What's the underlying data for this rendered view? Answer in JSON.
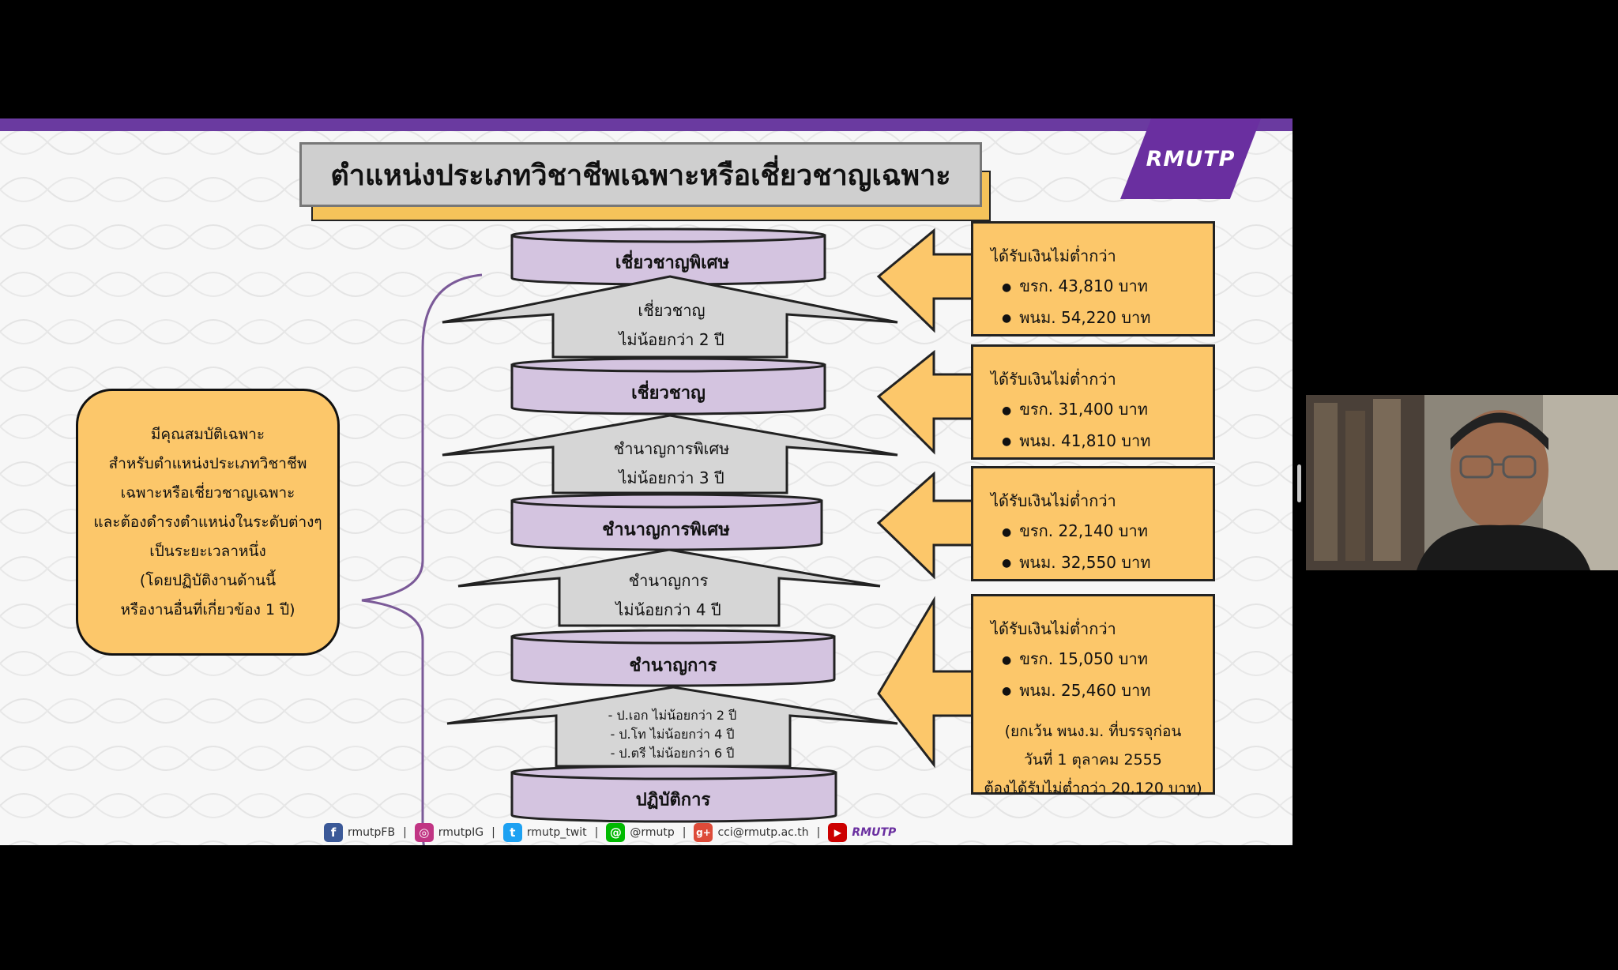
{
  "slide": {
    "title": "ตำแหน่งประเภทวิชาชีพเฉพาะหรือเชี่ยวชาญเฉพาะ",
    "logo": "RMUTP",
    "accent_color": "#6a3aa0",
    "box_color": "#fcc76a",
    "tier_color": "#d4c4e0",
    "arrow_color": "#d6d6d6"
  },
  "tiers": [
    {
      "label": "เชี่ยวชาญพิเศษ"
    },
    {
      "label": "เชี่ยวชาญ"
    },
    {
      "label": "ชำนาญการพิเศษ"
    },
    {
      "label": "ชำนาญการ"
    },
    {
      "label": "ปฏิบัติการ"
    }
  ],
  "arrows": [
    {
      "lines": [
        "เชี่ยวชาญ",
        "ไม่น้อยกว่า 2 ปี"
      ]
    },
    {
      "lines": [
        "ชำนาญการพิเศษ",
        "ไม่น้อยกว่า 3 ปี"
      ]
    },
    {
      "lines": [
        "ชำนาญการ",
        "ไม่น้อยกว่า 4 ปี"
      ]
    },
    {
      "lines": [
        "- ป.เอก ไม่น้อยกว่า 2 ปี",
        "- ป.โท ไม่น้อยกว่า 4 ปี",
        "- ป.ตรี ไม่น้อยกว่า 6 ปี"
      ]
    }
  ],
  "qualification": {
    "lines": [
      "มีคุณสมบัติเฉพาะ",
      "สำหรับตำแหน่งประเภทวิชาชีพ",
      "เฉพาะหรือเชี่ยวชาญเฉพาะ",
      "และต้องดำรงตำแหน่งในระดับต่างๆ",
      "เป็นระยะเวลาหนึ่ง",
      "(โดยปฏิบัติงานด้านนี้",
      "หรืองานอื่นที่เกี่ยวข้อง 1 ปี)"
    ]
  },
  "salaries": [
    {
      "title": "ได้รับเงินไม่ต่ำกว่า",
      "items": [
        "ขรก. 43,810 บาท",
        "พนม. 54,220 บาท"
      ]
    },
    {
      "title": "ได้รับเงินไม่ต่ำกว่า",
      "items": [
        "ขรก. 31,400 บาท",
        "พนม. 41,810 บาท"
      ]
    },
    {
      "title": "ได้รับเงินไม่ต่ำกว่า",
      "items": [
        "ขรก. 22,140 บาท",
        "พนม. 32,550 บาท"
      ]
    },
    {
      "title": "ได้รับเงินไม่ต่ำกว่า",
      "items": [
        "ขรก. 15,050 บาท",
        "พนม. 25,460 บาท"
      ],
      "note": [
        "(ยกเว้น พนง.ม. ที่บรรจุก่อน",
        "วันที่ 1 ตุลาคม 2555",
        "ต้องได้รับไม่ต่ำกว่า 20,120 บาท)"
      ]
    }
  ],
  "footer": [
    {
      "icon": "facebook-icon",
      "text": "rmutpFB",
      "color": "#3b5998",
      "glyph": "f"
    },
    {
      "icon": "instagram-icon",
      "text": "rmutpIG",
      "color": "#c13584",
      "glyph": "◎"
    },
    {
      "icon": "twitter-icon",
      "text": "rmutp_twit",
      "color": "#1da1f2",
      "glyph": "t"
    },
    {
      "icon": "line-icon",
      "text": "@rmutp",
      "color": "#00b900",
      "glyph": "@"
    },
    {
      "icon": "google-plus-icon",
      "text": "cci@rmutp.ac.th",
      "color": "#dd4b39",
      "glyph": "g+"
    },
    {
      "icon": "youtube-icon",
      "text": "RMUTP",
      "color": "#cc0000",
      "glyph": "▶"
    }
  ]
}
